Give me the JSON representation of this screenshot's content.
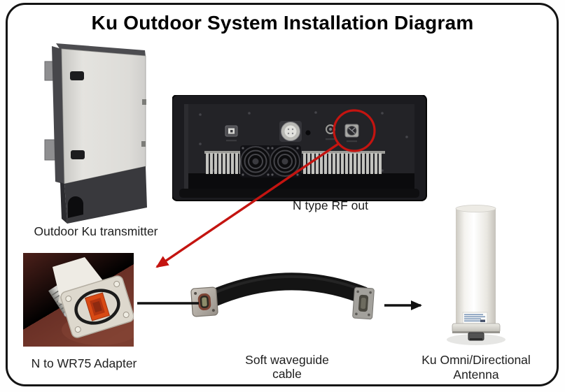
{
  "title": "Ku Outdoor System Installation Diagram",
  "components": {
    "transmitter": {
      "label": "Outdoor Ku transmitter"
    },
    "rf_out": {
      "label": "N type RF out"
    },
    "adapter": {
      "label": "N to WR75 Adapter"
    },
    "waveguide": {
      "label_line1": "Soft waveguide",
      "label_line2": "cable"
    },
    "antenna": {
      "label_line1": "Ku Omni/Directional",
      "label_line2": "Antenna"
    }
  },
  "colors": {
    "accent_red": "#c41410",
    "arrow_black": "#121212",
    "frame_black": "#141414",
    "panel_dark": "#1b1b1f",
    "heatsink_gray": "#c3c3bf",
    "adapter_photo_bg": "#56261e",
    "adapter_aperture_orange": "#d84a14",
    "label_text": "#1e1e1e"
  }
}
